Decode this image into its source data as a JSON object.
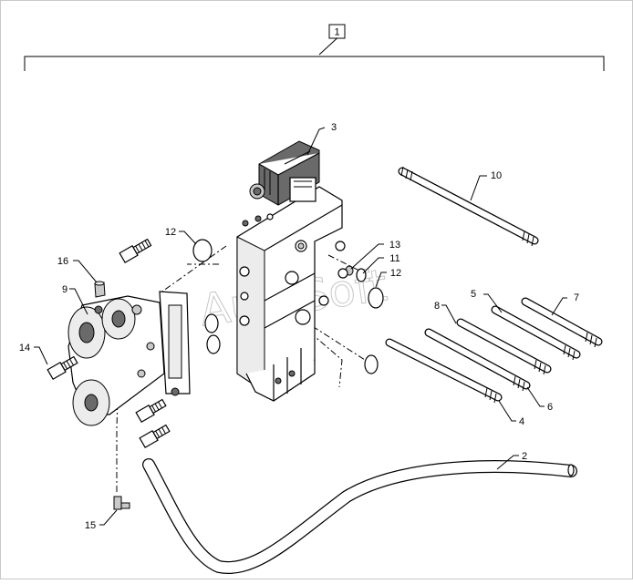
{
  "assembly_label": "1",
  "callouts": {
    "c2": "2",
    "c3": "3",
    "c4": "4",
    "c5": "5",
    "c6": "6",
    "c7": "7",
    "c8": "8",
    "c9": "9",
    "c10": "10",
    "c11": "11",
    "c12a": "12",
    "c12b": "12",
    "c13": "13",
    "c14": "14",
    "c15": "15",
    "c16": "16"
  },
  "watermark": "AutoSoft"
}
